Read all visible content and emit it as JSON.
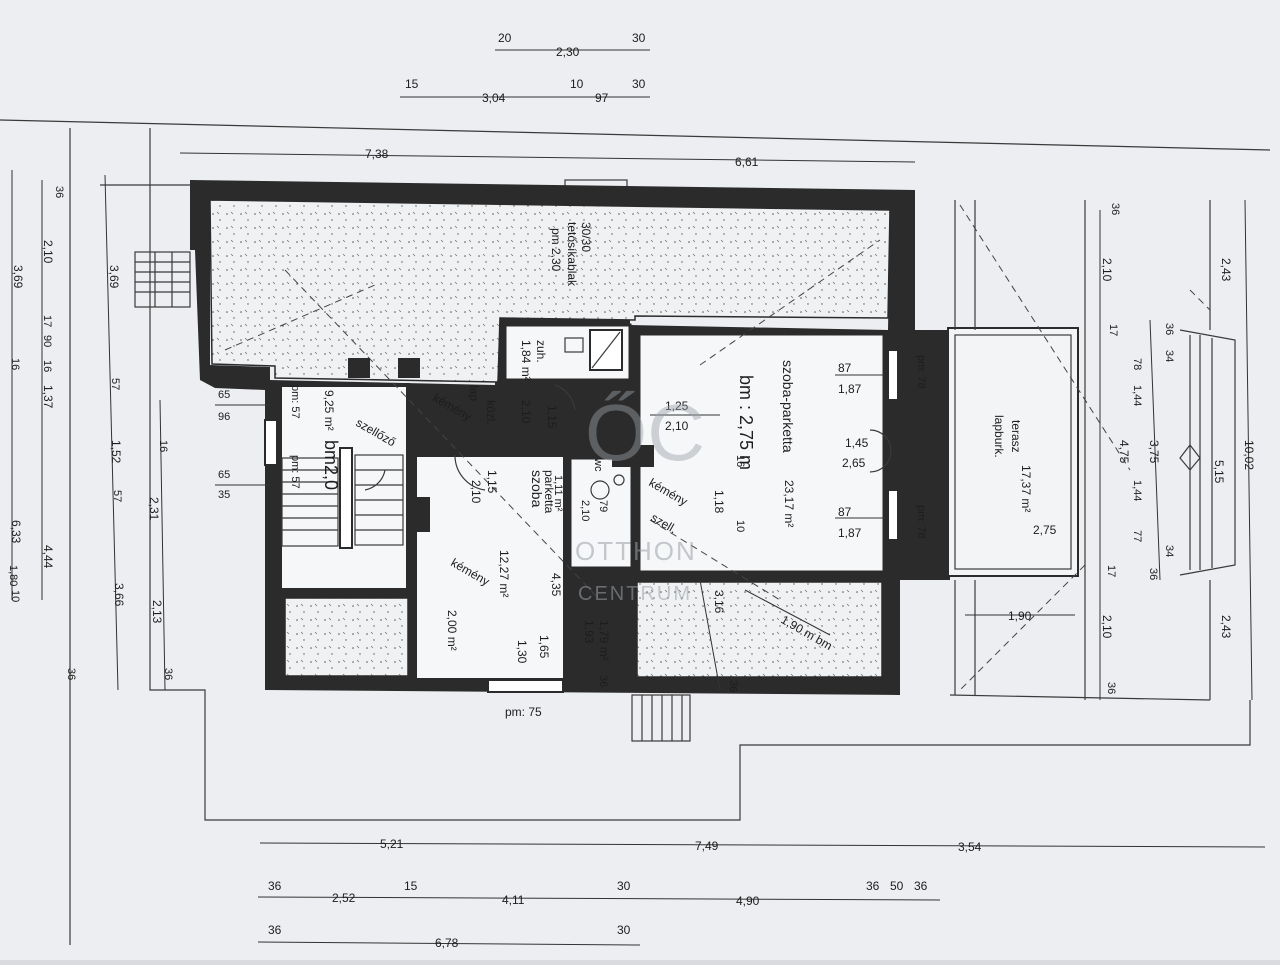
{
  "plan": {
    "rooms": {
      "main_room_name": "szoba-parketta",
      "main_room_area": "23,17 m²",
      "main_room_height": "bm : 2,75 m",
      "small_room_name": "szoba",
      "small_room_floor": "parketta",
      "small_room_area": "12,27 m²",
      "bath_area": "9,25 m²",
      "bath_height": "bm2,0",
      "stair_label": "szellőző",
      "wc_label": "wc",
      "wc_area": "1,11 m²",
      "shower_label": "zuh.",
      "shower_area": "1,84 m²",
      "hall_label": "közl.",
      "hall_floor": "lap",
      "store_area": "2,00 m²",
      "store2_area": "1,79 m²",
      "terrace_name": "terasz",
      "terrace_floor": "lapburk.",
      "terrace_area": "17,37 m²",
      "skylight_label": "tetősíkablak",
      "skylight_size": "30/30",
      "skylight_pm": "pm 2,30",
      "chimney": "kémény",
      "vent": "szell.",
      "low_height": "1,90 m bm"
    },
    "window_labels": {
      "pm57a": "pm: 57",
      "pm57b": "pm: 57",
      "pm75": "pm: 75",
      "pm78a": "pm: 78",
      "pm78b": "pm: 78"
    },
    "dims_top": {
      "row1": [
        "20",
        "2,30",
        "30"
      ],
      "row2": [
        "15",
        "3,04",
        "10",
        "97",
        "30"
      ],
      "row3": [
        "7,38",
        "6,61"
      ]
    },
    "dims_bottom": {
      "row1": [
        "5,21",
        "7,49",
        "3,54"
      ],
      "row2": [
        "36",
        "2,52",
        "15",
        "4,11",
        "30",
        "4,90",
        "36",
        "50",
        "36"
      ],
      "row3": [
        "36",
        "6,78",
        "30"
      ]
    },
    "dims_left": [
      "36",
      "2,10",
      "3,69",
      "17",
      "90",
      "1,37",
      "16",
      "3,69",
      "57",
      "1,52",
      "57",
      "16",
      "2,31",
      "6,33",
      "4,44",
      "2,13",
      "3,66",
      "36",
      "36",
      "10",
      "16",
      "1,80"
    ],
    "dims_right": [
      "36",
      "2,10",
      "2,43",
      "17",
      "36",
      "34",
      "78",
      "1,44",
      "3,75",
      "4,75",
      "10,02",
      "5,15",
      "1,44",
      "77",
      "34",
      "36",
      "17",
      "2,10",
      "2,43",
      "36",
      "1,90",
      "2,75"
    ],
    "inner_dims": [
      "87",
      "1,87",
      "1,45",
      "2,65",
      "87",
      "1,87",
      "1,25",
      "2,10",
      "1,18",
      "10",
      "16",
      "3,16",
      "36",
      "36",
      "1,15",
      "2,10",
      "1,15",
      "2,10",
      "79",
      "2,10",
      "1,65",
      "1,30",
      "1,93",
      "4,35",
      "65",
      "96",
      "65",
      "35"
    ],
    "watermark": {
      "logo": "ŐC",
      "line1": "OTTHON",
      "line2": "CENTRUM"
    }
  }
}
